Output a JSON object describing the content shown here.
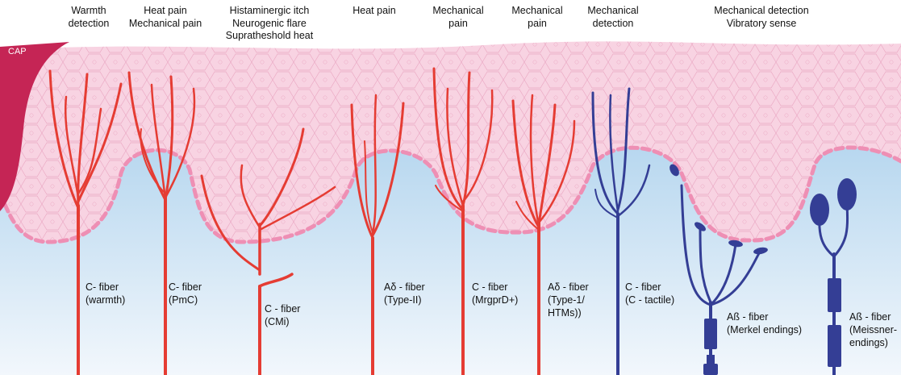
{
  "headers": [
    {
      "lines": [
        "Warmth",
        "detection"
      ]
    },
    {
      "lines": [
        "Heat pain",
        "Mechanical pain"
      ]
    },
    {
      "lines": [
        "Histaminergic itch",
        "Neurogenic flare",
        "Supratheshold heat"
      ]
    },
    {
      "lines": [
        "Heat pain"
      ]
    },
    {
      "lines": [
        "Mechanical",
        "pain"
      ]
    },
    {
      "lines": [
        "Mechanical",
        "pain"
      ]
    },
    {
      "lines": [
        "Mechanical",
        "detection"
      ]
    },
    {
      "lines": [
        "Mechanical detection",
        "Vibratory sense"
      ]
    }
  ],
  "cap_label": "CAP",
  "fibers": [
    {
      "lines": [
        "C- fiber",
        "(warmth)"
      ]
    },
    {
      "lines": [
        "C- fiber",
        "(PmC)"
      ]
    },
    {
      "lines": [
        "C - fiber",
        "(CMi)"
      ]
    },
    {
      "lines": [
        "Aδ - fiber",
        "(Type-II)"
      ]
    },
    {
      "lines": [
        "C - fiber",
        "(MrgprD+)"
      ]
    },
    {
      "lines": [
        "Aδ - fiber",
        "(Type-1/",
        "HTMs))"
      ]
    },
    {
      "lines": [
        "C - fiber",
        "(C - tactile)"
      ]
    },
    {
      "lines": [
        "Aß - fiber",
        "(Merkel endings)"
      ]
    },
    {
      "lines": [
        "Aß - fiber",
        "(Meissner-",
        "endings)"
      ]
    }
  ],
  "colors": {
    "epidermis": "#f8d3e2",
    "cell_outline": "#eaa9c3",
    "dermis_top": "#b7d7ef",
    "dermis_bottom": "#f2f7fc",
    "border_dots": "#ee8fb4",
    "cap": "#c52555",
    "red_fiber": "#e53c33",
    "blue_fiber": "#343e95"
  }
}
